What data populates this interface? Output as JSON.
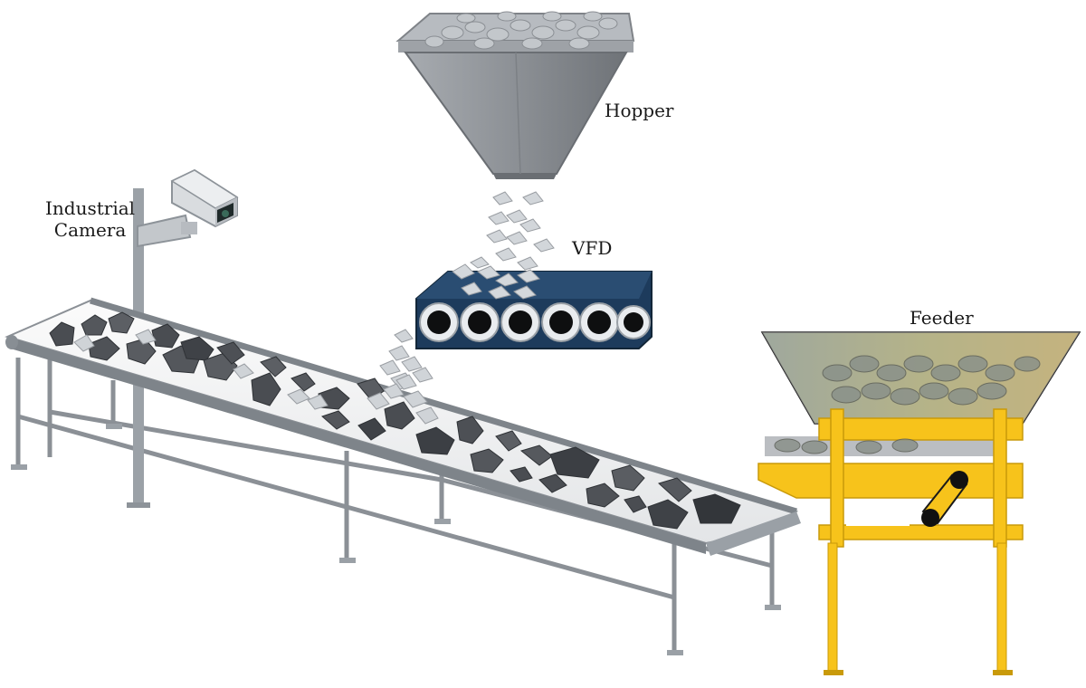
{
  "labels": {
    "hopper": "Hopper",
    "camera_line1": "Industrial",
    "camera_line2": "Camera",
    "vfd": "VFD",
    "feeder": "Feeder"
  },
  "colors": {
    "belt_metal": "#9aa0a6",
    "belt_surface": "#f2f2f2",
    "rock_dark": "#4a4d52",
    "rock_light": "#c9cdd2",
    "hopper_gray": "#8d9196",
    "vfd_blue": "#1d3b5c",
    "feeder_yellow": "#f7c31b"
  }
}
